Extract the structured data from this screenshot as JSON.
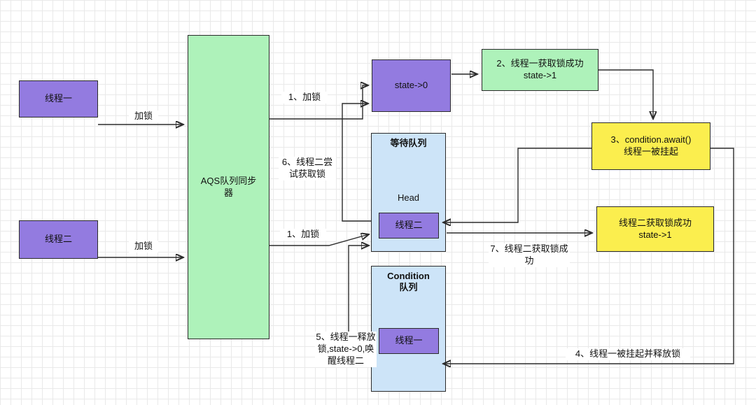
{
  "colors": {
    "purple": "#937be0",
    "green": "#aef2ba",
    "blue": "#cde4f8",
    "yellow": "#fbee4e"
  },
  "nodes": {
    "thread1": {
      "label": "线程一"
    },
    "thread2": {
      "label": "线程二"
    },
    "aqs": {
      "label": "AQS队列同步器"
    },
    "state": {
      "label": "state->0"
    },
    "step2": {
      "line1": "2、线程一获取锁成功",
      "line2": "state->1"
    },
    "step3": {
      "line1": "3、condition.await()",
      "line2": "线程一被挂起"
    },
    "step7": {
      "line1": "线程二获取锁成功",
      "line2": "state->1"
    },
    "wait_queue": {
      "title": "等待队列",
      "head": "Head",
      "node": "线程二"
    },
    "condition_queue": {
      "title_line1": "Condition",
      "title_line2": "队列",
      "node": "线程一"
    }
  },
  "edge_labels": {
    "thread1_lock": "加锁",
    "thread2_lock": "加锁",
    "step1_top": "1、加锁",
    "step1_bottom": "1、加锁",
    "step4": "4、线程一被挂起并释放锁",
    "step5": "5、线程一释放锁,state->0,唤醒线程二",
    "step6": "6、线程二尝试获取锁",
    "step7": "7、线程二获取锁成功"
  }
}
